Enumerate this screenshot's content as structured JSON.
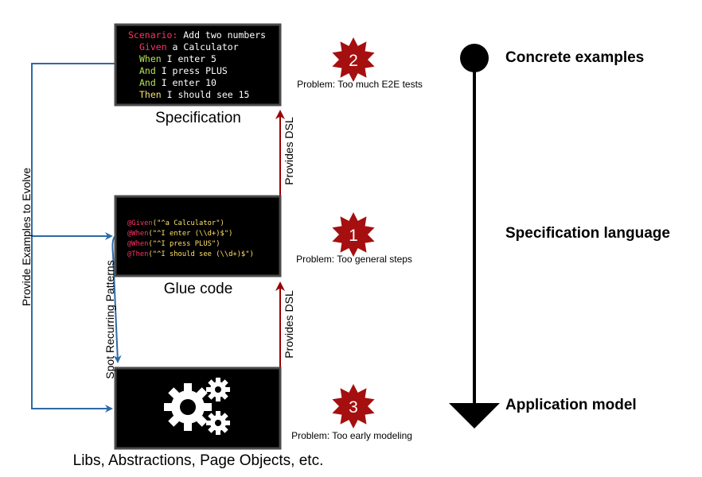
{
  "spec": {
    "caption": "Specification",
    "lines": [
      {
        "kw": "Scenario:",
        "kwColor": "#ff3366",
        "text": " Add two numbers",
        "indent": 0
      },
      {
        "kw": "Given",
        "kwColor": "#ff3366",
        "text": " a Calculator",
        "indent": 14
      },
      {
        "kw": "When",
        "kwColor": "#b6e354",
        "text": " I enter 5",
        "indent": 14
      },
      {
        "kw": "And",
        "kwColor": "#b6e354",
        "text": " I press PLUS",
        "indent": 14
      },
      {
        "kw": "And",
        "kwColor": "#b6e354",
        "text": " I enter 10",
        "indent": 14
      },
      {
        "kw": "Then",
        "kwColor": "#ffe066",
        "text": " I should see 15",
        "indent": 14
      }
    ]
  },
  "glue": {
    "caption": "Glue code",
    "lines": [
      {
        "kw": "@Given",
        "kwColor": "#ff3366",
        "text": "(\"^a Calculator\")"
      },
      {
        "kw": "@When",
        "kwColor": "#ff3366",
        "text": "(\"^I enter (\\\\d+)$\")"
      },
      {
        "kw": "@When",
        "kwColor": "#ff3366",
        "text": "(\"^I press PLUS\")"
      },
      {
        "kw": "@Then",
        "kwColor": "#ff3366",
        "text": "(\"^I should see (\\\\d+)$\")"
      }
    ]
  },
  "libs": {
    "caption": "Libs, Abstractions, Page Objects, etc.",
    "icon": "gears-icon"
  },
  "arrows": {
    "provides_dsl_top": "Provides DSL",
    "provides_dsl_bottom": "Provides DSL",
    "provide_examples": "Provide Examples to Evolve",
    "spot_patterns": "Spot Recurring Patterns"
  },
  "problems": [
    {
      "number": "2",
      "text": "Problem: Too much E2E tests"
    },
    {
      "number": "1",
      "text": "Problem: Too general steps"
    },
    {
      "number": "3",
      "text": "Problem: Too early modeling"
    }
  ],
  "axis": {
    "top": "Concrete examples",
    "middle": "Specification language",
    "bottom": "Application model"
  },
  "colors": {
    "blue": "#2e6aa6",
    "darkred": "#990000",
    "badge": "#a50f0f",
    "textOnDark": "#ffffff"
  }
}
